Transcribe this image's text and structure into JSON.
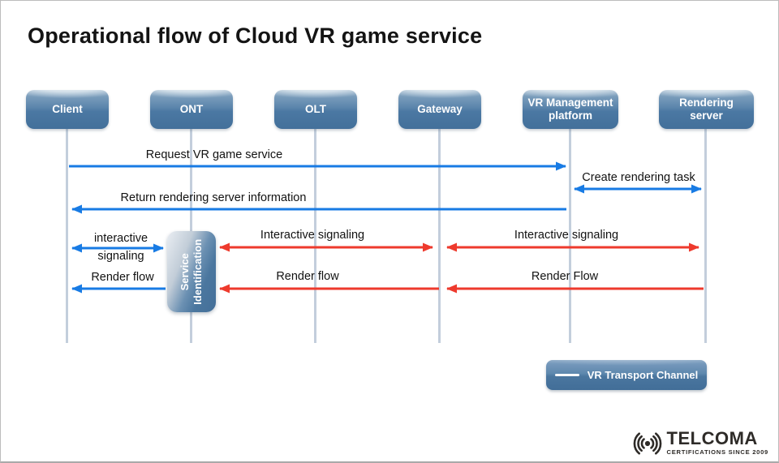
{
  "slide": {
    "title": "Operational flow of Cloud VR game service"
  },
  "entities": [
    {
      "id": "client",
      "label": "Client"
    },
    {
      "id": "ont",
      "label": "ONT"
    },
    {
      "id": "olt",
      "label": "OLT"
    },
    {
      "id": "gateway",
      "label": "Gateway"
    },
    {
      "id": "vr-management-platform",
      "label": "VR Management platform"
    },
    {
      "id": "rendering-server",
      "label": "Rendering server"
    }
  ],
  "activation_box": {
    "line1": "Service",
    "line2": "Identification"
  },
  "messages": [
    {
      "label": "Request VR game service",
      "from": "Client",
      "to": "VR Management platform",
      "color": "blue",
      "arrows": "right"
    },
    {
      "label": "Create rendering task",
      "from": "VR Management platform",
      "to": "Rendering server",
      "color": "blue",
      "arrows": "both"
    },
    {
      "label": "Return rendering server information",
      "from": "VR Management platform",
      "to": "Client",
      "color": "blue",
      "arrows": "left"
    },
    {
      "label_line1": "interactive",
      "label_line2": "signaling",
      "from": "Client",
      "to": "Service Identification",
      "color": "blue",
      "arrows": "both"
    },
    {
      "label": "Interactive signaling",
      "from": "Service Identification",
      "to": "Gateway",
      "color": "red",
      "arrows": "both"
    },
    {
      "label": "Interactive signaling",
      "from": "Gateway",
      "to": "Rendering server",
      "color": "red",
      "arrows": "both"
    },
    {
      "label": "Render flow",
      "from": "Service Identification",
      "to": "Client",
      "color": "blue",
      "arrows": "left"
    },
    {
      "label": "Render flow",
      "from": "Gateway",
      "to": "Service Identification",
      "color": "red",
      "arrows": "left"
    },
    {
      "label": "Render Flow",
      "from": "Rendering server",
      "to": "Gateway",
      "color": "red",
      "arrows": "left"
    }
  ],
  "legend": {
    "label": "VR Transport Channel"
  },
  "logo": {
    "brand": "TELCOMA",
    "tagline": "CERTIFICATIONS SINCE 2009"
  },
  "colors": {
    "signal_blue": "#187be4",
    "signal_red": "#ee3a2d",
    "lifeline": "#c3cedc",
    "entity_blue": "#43709a",
    "title_text": "#141414"
  }
}
